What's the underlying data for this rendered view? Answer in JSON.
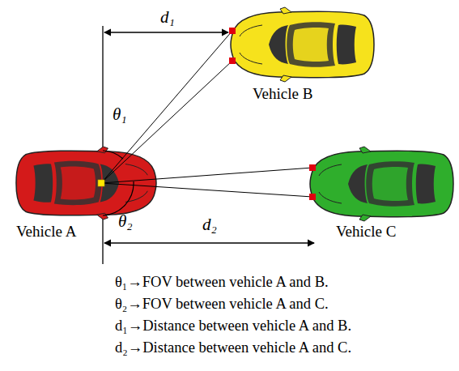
{
  "diagram": {
    "labels": [
      "d₁",
      "θ₁",
      "Vehicle B",
      "θ₂",
      "Vehicle A",
      "d₂",
      "Vehicle C",
      "θ₁→FOV between vehicle A and B.",
      "θ₂→FOV between vehicle A and C.",
      "d₁→Distance between vehicle A and B.",
      "d₂→Distance between vehicle A and C."
    ]
  }
}
